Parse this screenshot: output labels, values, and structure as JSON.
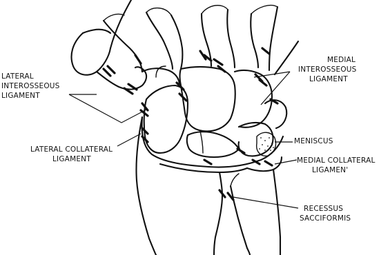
{
  "labels": {
    "lateral_interosseous": [
      "LATERAL",
      "INTEROSSEOUS",
      "LIGAMENT"
    ],
    "lateral_collateral": [
      "LATERAL COLLATERAL",
      "LIGAMENT"
    ],
    "medial_interosseous": [
      "MEDIAL",
      "INTEROSSEOUS",
      "LIGAMENT"
    ],
    "meniscus": [
      "MENISCUS"
    ],
    "medial_collateral": [
      "MEDIAL COLLATERAL",
      "LIGAMEN'"
    ],
    "recessus": [
      "RECESSUS",
      "SACCIFORMIS"
    ]
  },
  "colors": {
    "ink": "#111111",
    "background": "#ffffff"
  }
}
